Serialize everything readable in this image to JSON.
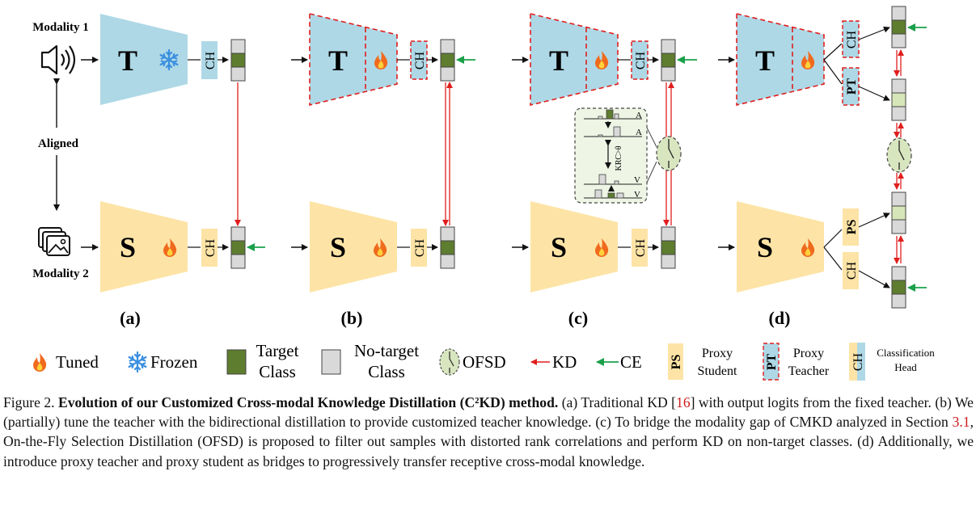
{
  "labels": {
    "modality1": "Modality 1",
    "modality2": "Modality 2",
    "aligned": "Aligned",
    "teacher": "T",
    "student": "S",
    "ch": "CH",
    "pt": "PT",
    "ps": "PS",
    "kdr_a": "A",
    "kdr_a_prime": "A",
    "kdr_v": "V",
    "kdr_v_prime": "V",
    "kdr_mid": "KRC>θ"
  },
  "subfigures": [
    "(a)",
    "(b)",
    "(c)",
    "(d)"
  ],
  "legend": {
    "tuned": "Tuned",
    "frozen": "Frozen",
    "target_class_1": "Target",
    "target_class_2": "Class",
    "no_target_1": "No-target",
    "no_target_2": "Class",
    "ofsd": "OFSD",
    "kd": "KD",
    "ce": "CE",
    "ps_abbr": "PS",
    "ps_1": "Proxy",
    "ps_2": "Student",
    "pt_abbr": "PT",
    "pt_1": "Proxy",
    "pt_2": "Teacher",
    "ch_abbr": "CH",
    "ch_1": "Classification",
    "ch_2": "Head"
  },
  "colors": {
    "teacher_fill": "#aed8e6",
    "student_fill": "#fde4a6",
    "target_class": "#5e7d2f",
    "target_class_light": "#d7e6b8",
    "no_target": "#d9d9d9",
    "kd_arrow": "#e01e1e",
    "ce_arrow": "#1aa04a",
    "ofsd_fill": "#d8e6c0",
    "fire": "#f06a1e",
    "snow": "#3a8fe0"
  },
  "icons": [
    "speaker-icon",
    "images-icon",
    "snowflake-icon",
    "fire-icon"
  ],
  "caption": {
    "prefix": "Figure 2. ",
    "title": "Evolution of our Customized Cross-modal Knowledge Distillation (C²KD) method.",
    "part1": " (a) Traditional KD [",
    "ref1": "16",
    "part2": "] with output logits from the fixed teacher. (b) We (partially) tune the teacher with the bidirectional distillation to provide customized teacher knowledge. (c) To bridge the modality gap of CMKD analyzed in Section ",
    "ref2": "3.1",
    "part3": ", On-the-Fly Selection Distillation (OFSD) is proposed to filter out samples with distorted rank correlations and perform KD on non-target classes. (d) Additionally, we introduce proxy teacher and proxy student as bridges to progressively transfer receptive cross-modal knowledge."
  }
}
